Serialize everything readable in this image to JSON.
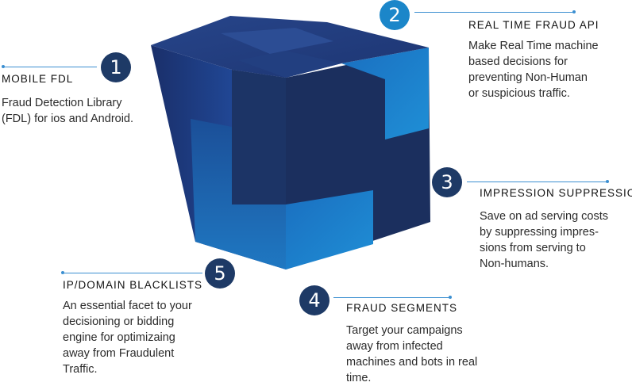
{
  "colors": {
    "navy": "#1e3a66",
    "accent_blue": "#1b86c9",
    "leader_line": "#3b8fd1"
  },
  "features": [
    {
      "number": "1",
      "title": "MOBILE FDL",
      "desc_lines": [
        "Fraud Detection Library",
        "(FDL) for ios and Android."
      ]
    },
    {
      "number": "2",
      "title": "REAL TIME FRAUD API",
      "desc_lines": [
        "Make Real Time machine",
        "based decisions for",
        "preventing Non-Human",
        "or suspicious traffic."
      ]
    },
    {
      "number": "3",
      "title": "IMPRESSION SUPPRESSION",
      "desc_lines": [
        "Save on ad serving costs",
        "by suppressing impres-",
        "sions from serving to",
        "Non-humans."
      ]
    },
    {
      "number": "4",
      "title": "FRAUD SEGMENTS",
      "desc_lines": [
        "Target your campaigns",
        "away from infected",
        "machines and bots in real",
        "time."
      ]
    },
    {
      "number": "5",
      "title": "IP/DOMAIN BLACKLISTS",
      "desc_lines": [
        "An essential facet to your",
        "decisioning or bidding",
        "engine for optimizaing",
        "away from Fraudulent",
        "Traffic."
      ]
    }
  ]
}
